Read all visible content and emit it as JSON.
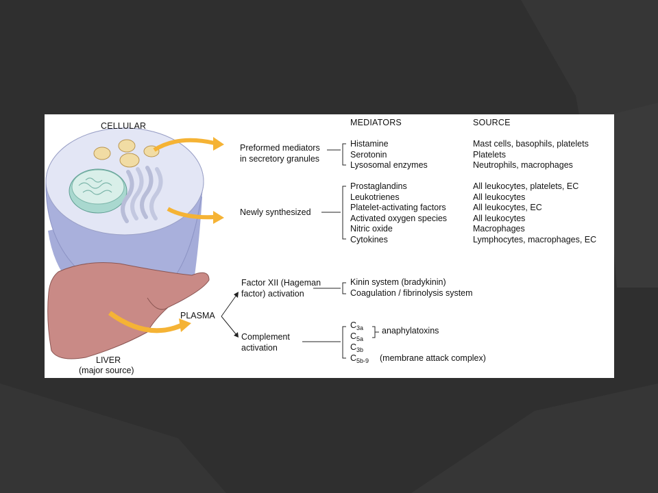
{
  "headers": {
    "cellular": "CELLULAR",
    "mediators": "MEDIATORS",
    "source": "SOURCE"
  },
  "groups": {
    "preformed": {
      "label_line1": "Preformed mediators",
      "label_line2": "in secretory granules",
      "mediators": [
        "Histamine",
        "Serotonin",
        "Lysosomal enzymes"
      ],
      "sources": [
        "Mast cells, basophils, platelets",
        "Platelets",
        "Neutrophils, macrophages"
      ]
    },
    "newly": {
      "label": "Newly synthesized",
      "mediators": [
        "Prostaglandins",
        "Leukotrienes",
        "Platelet-activating factors",
        "Activated oxygen species",
        "Nitric oxide",
        "Cytokines"
      ],
      "sources": [
        "All leukocytes, platelets, EC",
        "All leukocytes",
        "All leukocytes, EC",
        "All leukocytes",
        "Macrophages",
        "Lymphocytes, macrophages, EC"
      ]
    },
    "factor12": {
      "label_line1": "Factor XII (Hageman",
      "label_line2": "factor) activation",
      "mediators": [
        "Kinin system (bradykinin)",
        "Coagulation / fibrinolysis system"
      ]
    },
    "complement": {
      "label_line1": "Complement",
      "label_line2": "activation",
      "c3a": {
        "base": "C",
        "sub": "3a"
      },
      "c5a": {
        "base": "C",
        "sub": "5a"
      },
      "c3b": {
        "base": "C",
        "sub": "3b"
      },
      "c5b9": {
        "base": "C",
        "sub": "5b-9"
      },
      "anaphylatoxins": "anaphylatoxins",
      "mac": "(membrane attack complex)"
    }
  },
  "plasma": "PLASMA",
  "liver": {
    "line1": "LIVER",
    "line2": "(major source)"
  },
  "colors": {
    "background": "#2f2f2f",
    "panel": "#ffffff",
    "arrow": "#f5b335",
    "liver": "#c98a86",
    "cell": "#dfe3f4",
    "nucleus": "#a9d8cf"
  }
}
